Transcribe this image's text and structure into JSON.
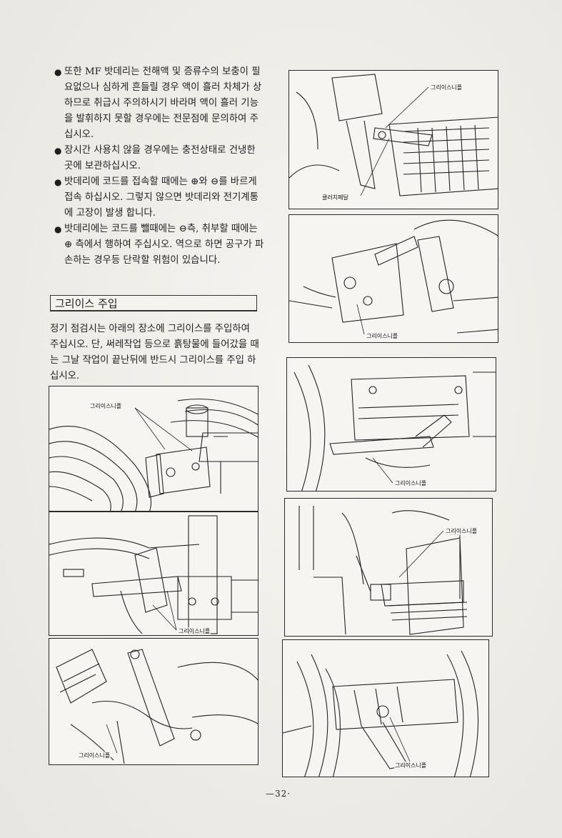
{
  "bullets": [
    {
      "symbol": "●",
      "text": "또한 MF 밧데리는 전해액 및 증류수의 보충이 필요없으나 심하게 흔들릴 경우 액이 흘러 차체가 상하므로 취급시 주의하시기 바라며 액이 흘러 기능을 발휘하지 못할 경우에는 전문점에 문의하여 주십시오."
    },
    {
      "symbol": "●",
      "text": "장시간 사용치 않을 경우에는 충전상태로 건냉한 곳에 보관하십시오."
    },
    {
      "symbol": "●",
      "text": "밧데리에 코드를 접속할 때에는 ⊕와 ⊖를 바르게 접속 하십시오. 그렇지 않으면 밧데리와 전기계통에 고장이 발생 합니다."
    },
    {
      "symbol": "●",
      "text": "밧데리에는 코드를 뺄때에는 ⊖측, 취부할 때에는 ⊕ 측에서 행하여 주십시오. 역으로 하면 공구가 파손하는 경우등 단락할 위험이 있습니다."
    }
  ],
  "section": {
    "title": "그리이스 주입"
  },
  "intro": "정기 점검시는 아래의 장소에 그리이스를 주입하여 주십시오. 단, 써레작업 등으로 흙탕물에 들어갔을 때는 그날 작업이 끝난뒤에 반드시 그리이스를 주입 하십시오.",
  "figures": {
    "left1": {
      "label": "그리이스니플"
    },
    "left2": {
      "label": "그리이스니플"
    },
    "left3": {
      "label": "그리이스니플"
    },
    "right1": {
      "label_top": "그리이스니플",
      "label_bottom": "클러치페달"
    },
    "right2": {
      "label": "그리이스니플"
    },
    "right3": {
      "label": "그리이스니플"
    },
    "right4": {
      "label": "그리이스니플"
    },
    "right5": {
      "label": "그리이스니플"
    }
  },
  "footer": {
    "page_number": "—32·"
  }
}
